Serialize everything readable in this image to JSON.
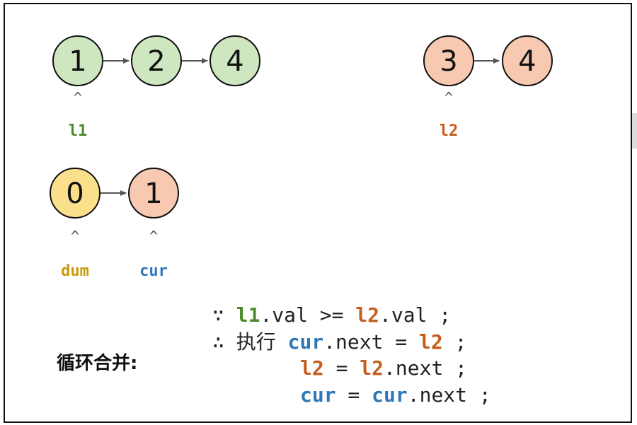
{
  "colors": {
    "green_fill": "#cfe7c0",
    "orange_fill": "#f6c9b0",
    "yellow_fill": "#fbe08b",
    "stroke": "#111111",
    "arrow": "#555555",
    "l1_color": "#4e8a2b",
    "l2_color": "#c75d1b",
    "dum_color": "#c79a0a",
    "cur_color": "#2f78b8"
  },
  "lists": {
    "l1": {
      "values": [
        "1",
        "2",
        "4"
      ],
      "pointer": "l1"
    },
    "l2": {
      "values": [
        "3",
        "4"
      ],
      "pointer": "l2"
    },
    "result": {
      "values": [
        "0",
        "1"
      ],
      "pointers": [
        "dum",
        "cur"
      ]
    }
  },
  "caret": "^",
  "section_title": "循环合并:",
  "code": {
    "line1": {
      "because": "∵",
      "a": "l1",
      "a_rest": ".val >= ",
      "b": "l2",
      "b_rest": ".val ;"
    },
    "line2": {
      "therefore": "∴",
      "exec": "执行",
      "a": "cur",
      "a_rest": ".next = ",
      "b": "l2",
      "b_rest": " ;"
    },
    "line3": {
      "a": "l2",
      "a_rest": " = ",
      "b": "l2",
      "b_rest": ".next ;"
    },
    "line4": {
      "a": "cur",
      "a_rest": " = ",
      "b": "cur",
      "b_rest": ".next ;"
    }
  }
}
